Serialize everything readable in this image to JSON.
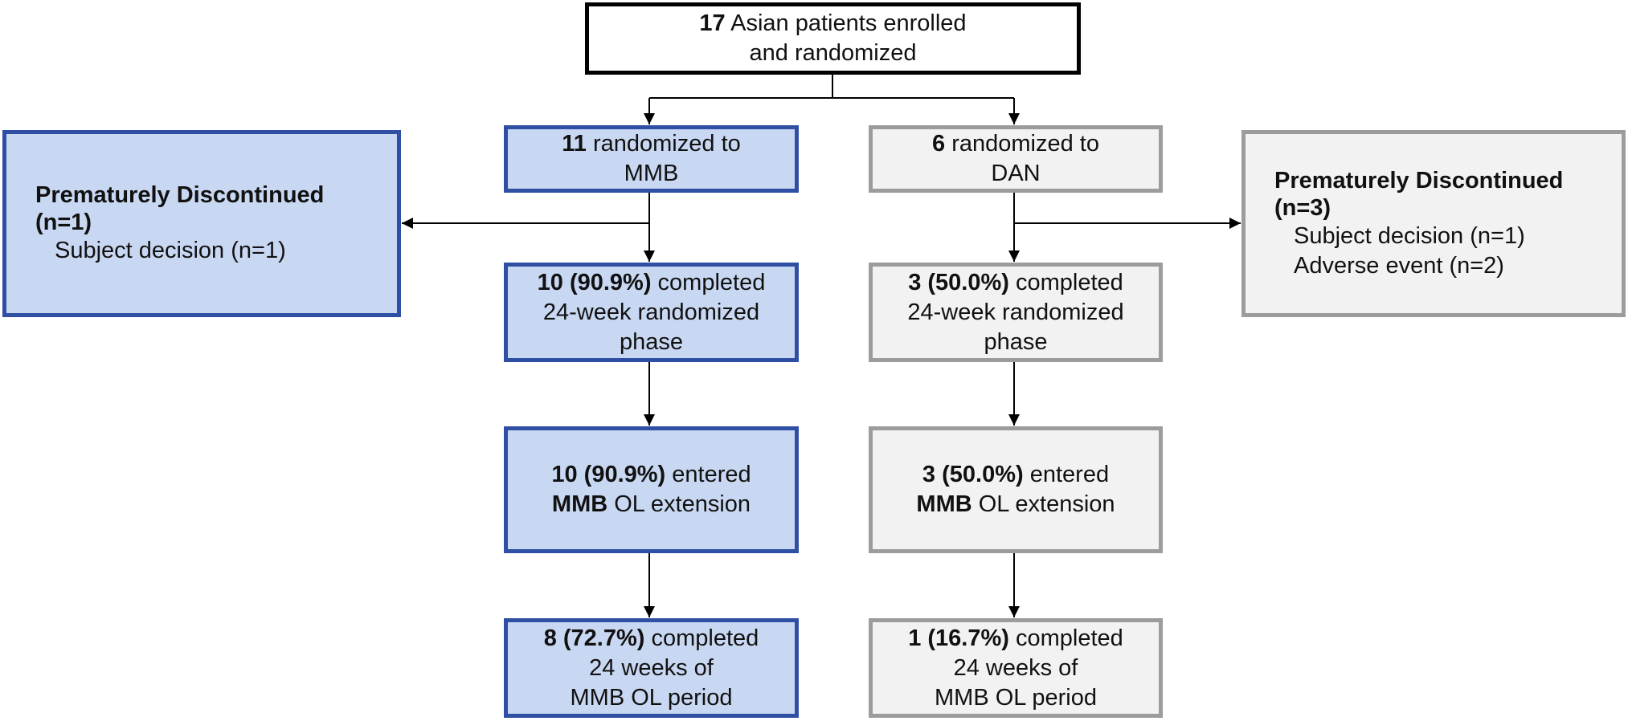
{
  "enrolled": {
    "count": "17",
    "line1": " Asian patients enrolled",
    "line2": "and randomized"
  },
  "mmb": {
    "randomized": {
      "count": "11",
      "line1": " randomized to",
      "line2": "MMB"
    },
    "discontinued": {
      "title1": "Prematurely Discontinued",
      "title2": "(n=1)",
      "reasons": [
        "Subject decision (n=1)"
      ]
    },
    "completed": {
      "stat": "10 (90.9%)",
      "line1": "  completed",
      "line2": "24-week randomized",
      "line3": "phase"
    },
    "entered": {
      "stat": "10 (90.9%)",
      "line1": "  entered",
      "bold2": "MMB",
      "line2": " OL extension"
    },
    "completed_ol": {
      "stat": "8 (72.7%)",
      "line1": "  completed",
      "line2": "24 weeks of",
      "line3": "MMB OL period"
    }
  },
  "dan": {
    "randomized": {
      "count": "6",
      "line1": " randomized to",
      "line2": "DAN"
    },
    "discontinued": {
      "title1": "Prematurely Discontinued",
      "title2": "(n=3)",
      "reasons": [
        "Subject decision (n=1)",
        "Adverse event (n=2)"
      ]
    },
    "completed": {
      "stat": "3 (50.0%)",
      "line1": "  completed",
      "line2": "24-week randomized",
      "line3": "phase"
    },
    "entered": {
      "stat": "3 (50.0%)",
      "line1": "  entered",
      "bold2": "MMB",
      "line2": " OL extension"
    },
    "completed_ol": {
      "stat": "1 (16.7%)",
      "line1": "  completed",
      "line2": "24 weeks of",
      "line3": "MMB OL period"
    }
  }
}
